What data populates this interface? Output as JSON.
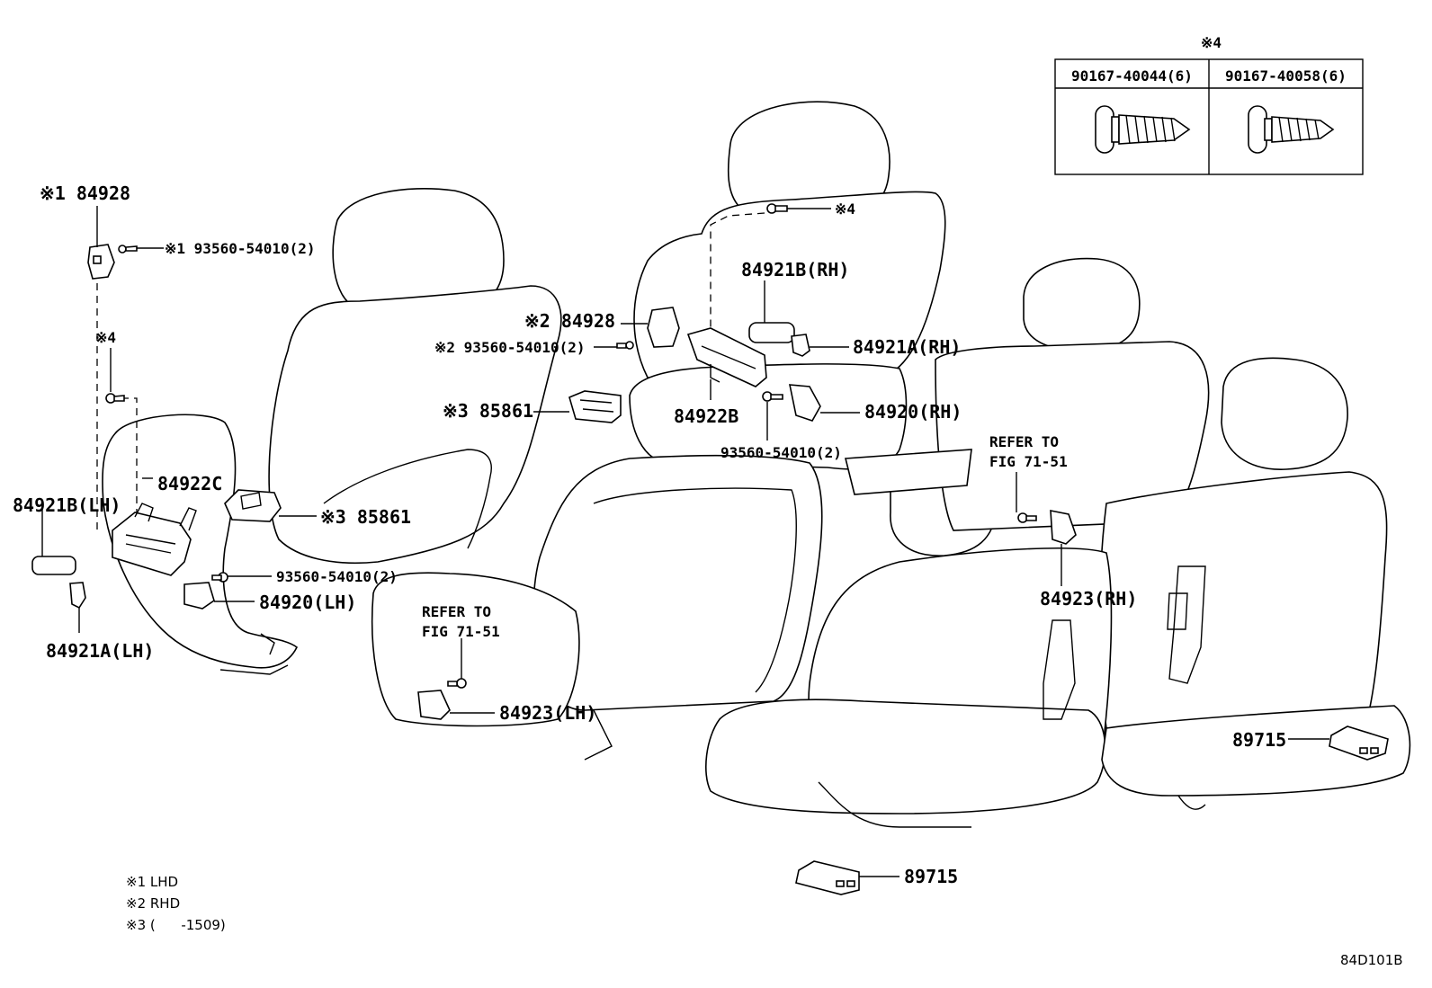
{
  "fastener_table": {
    "note_mark": "※4",
    "col1": "90167-40044(6)",
    "col2": "90167-40058(6)"
  },
  "labels": {
    "a_84928": "※1 84928",
    "a_93560": "※1 93560-54010(2)",
    "a_note4": "※4",
    "a_84922c": "84922C",
    "a_84921b_lh": "84921B(LH)",
    "a_84921a_lh": "84921A(LH)",
    "a_85861_r": "※3 85861",
    "a_93560_b": "93560-54010(2)",
    "a_84920_lh": "84920(LH)",
    "b_note4": "※4",
    "b_84921b_rh": "84921B(RH)",
    "b_84928": "※2 84928",
    "b_93560": "※2 93560-54010(2)",
    "b_84921a_rh": "84921A(RH)",
    "b_85861": "※3 85861",
    "b_84922b": "84922B",
    "b_84920_rh": "84920(RH)",
    "b_93560_b": "93560-54010(2)",
    "c_refer": "REFER TO",
    "c_fig": "FIG 71-51",
    "c_84923_lh": "84923(LH)",
    "d_refer": "REFER TO",
    "d_fig": "FIG 71-51",
    "d_84923_rh": "84923(RH)",
    "e_89715_a": "89715",
    "e_89715_b": "89715"
  },
  "notes": {
    "n1": "※1 LHD",
    "n2": "※2 RHD",
    "n3": "※3 (      -1509)"
  },
  "code": "84D101B"
}
